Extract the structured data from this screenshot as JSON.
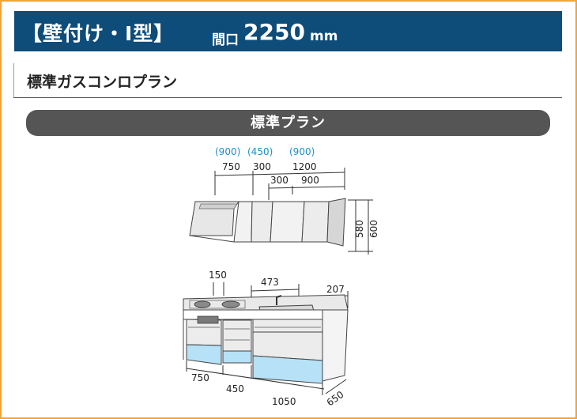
{
  "header": {
    "title": "【壁付け・I型】",
    "width_label": "間口",
    "width_value": "2250",
    "width_unit": "mm"
  },
  "section_title": "標準ガスコンロプラン",
  "plan_bar_label": "標準プラン",
  "colors": {
    "header_bg": "#0e4c7a",
    "frame_border": "#f3a33a",
    "plan_bar_bg": "#555555",
    "cabinet_blue": "#b6e1f7",
    "dim_blue": "#1a8fc9"
  },
  "wall_cabinet_dims": {
    "alt_widths": [
      "(900)",
      "(450)",
      "(900)"
    ],
    "widths": [
      "750",
      "300",
      "1200"
    ],
    "sub_widths": [
      "300",
      "900"
    ],
    "heights": [
      "580",
      "600"
    ]
  },
  "base_cabinet_dims": {
    "top_dims": [
      "150",
      "473",
      "207"
    ],
    "bottom_widths": [
      "750",
      "450",
      "1050"
    ],
    "depth": "650"
  }
}
